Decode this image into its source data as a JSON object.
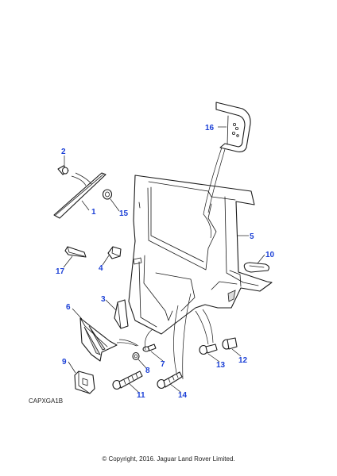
{
  "diagram": {
    "callouts": [
      "1",
      "2",
      "3",
      "4",
      "5",
      "6",
      "7",
      "8",
      "9",
      "10",
      "11",
      "12",
      "13",
      "14",
      "15",
      "16",
      "17"
    ],
    "callout_color": "#1a3fd6",
    "line_color": "#1a1a1a"
  },
  "drawing_code": "CAPXGA1B",
  "copyright": "© Copyright, 2016. Jaguar Land Rover Limited."
}
